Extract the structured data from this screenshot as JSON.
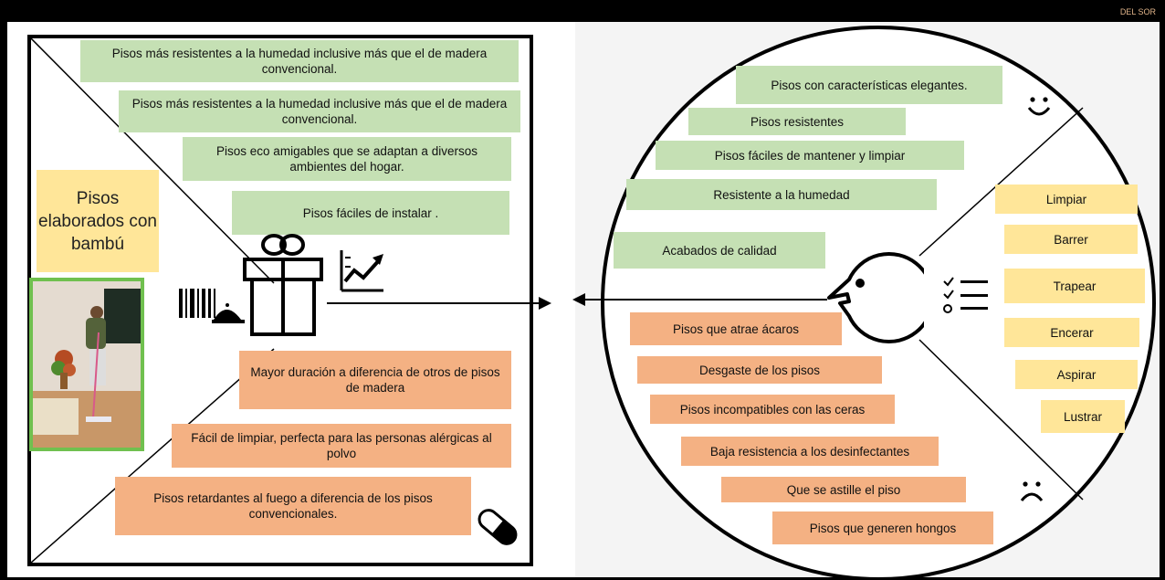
{
  "watermark": "DEL SOR",
  "product": {
    "label": "Pisos elaborados con bambú"
  },
  "gain_creators": [
    "Pisos más resistentes a la humedad  inclusive más que el de madera convencional.",
    "Pisos más resistentes a la humedad  inclusive más que el de madera convencional.",
    "Pisos eco amigables que se adaptan a diversos ambientes del hogar.",
    "Pisos fáciles de instalar ."
  ],
  "pain_relievers": [
    "Mayor duración a diferencia de otros de pisos de madera",
    "Fácil de limpiar, perfecta para las personas alérgicas al polvo",
    "Pisos retardantes al fuego a diferencia de los pisos convencionales."
  ],
  "gains": [
    "Pisos con características elegantes.",
    "Pisos resistentes",
    "Pisos fáciles de mantener y limpiar",
    "Resistente a la humedad",
    "Acabados de calidad"
  ],
  "pains": [
    "Pisos que atrae ácaros",
    "Desgaste de los pisos",
    "Pisos incompatibles con las ceras",
    "Baja resistencia a los desinfectantes",
    "Que se astille el piso",
    "Pisos que generen hongos"
  ],
  "jobs": [
    "Limpiar",
    "Barrer",
    "Trapear",
    "Encerar",
    "Aspirar",
    "Lustrar"
  ],
  "icons": {
    "gift": "gift-icon",
    "growth": "growth-chart-icon",
    "barcode": "barcode-service-icon",
    "pill": "pill-icon",
    "face": "customer-face-icon",
    "checklist": "checklist-icon",
    "smile": "smile-icon",
    "frown": "frown-icon"
  },
  "colors": {
    "gain": "#c5e0b4",
    "pain": "#f4b183",
    "job": "#ffe699",
    "photo_border": "#70c04f"
  }
}
